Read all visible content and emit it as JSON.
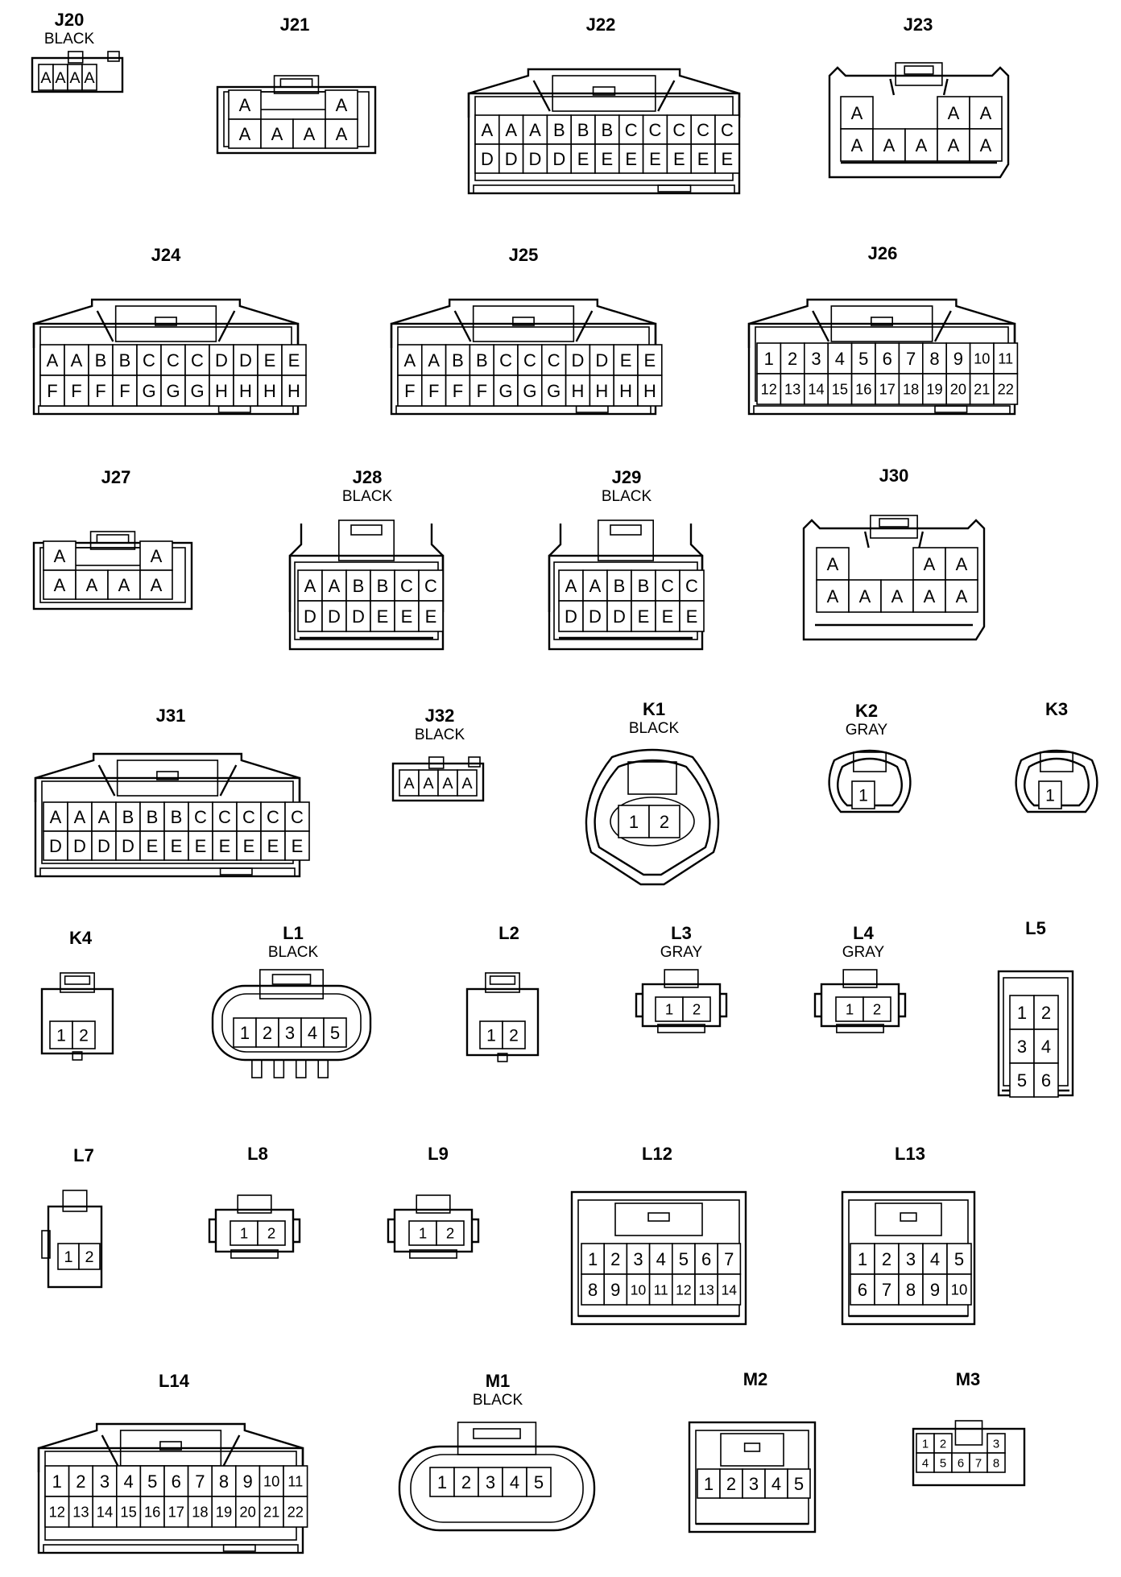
{
  "connectors": [
    {
      "id": "J20",
      "sub": "BLACK",
      "rows": [
        [
          "A",
          "A",
          "A",
          "A"
        ]
      ]
    },
    {
      "id": "J21",
      "rows": [
        [
          "A",
          "",
          "",
          "A"
        ],
        [
          "A",
          "A",
          "A",
          "A"
        ]
      ]
    },
    {
      "id": "J22",
      "rows": [
        [
          "A",
          "A",
          "A",
          "B",
          "B",
          "B",
          "C",
          "C",
          "C",
          "C",
          "C"
        ],
        [
          "D",
          "D",
          "D",
          "D",
          "E",
          "E",
          "E",
          "E",
          "E",
          "E",
          "E"
        ]
      ]
    },
    {
      "id": "J23",
      "rows": [
        [
          "A",
          "",
          "",
          "A",
          "A"
        ],
        [
          "A",
          "A",
          "A",
          "A",
          "A"
        ]
      ]
    },
    {
      "id": "J24",
      "rows": [
        [
          "A",
          "A",
          "B",
          "B",
          "C",
          "C",
          "C",
          "D",
          "D",
          "E",
          "E"
        ],
        [
          "F",
          "F",
          "F",
          "F",
          "G",
          "G",
          "G",
          "H",
          "H",
          "H",
          "H"
        ]
      ]
    },
    {
      "id": "J25",
      "rows": [
        [
          "A",
          "A",
          "B",
          "B",
          "C",
          "C",
          "C",
          "D",
          "D",
          "E",
          "E"
        ],
        [
          "F",
          "F",
          "F",
          "F",
          "G",
          "G",
          "G",
          "H",
          "H",
          "H",
          "H"
        ]
      ]
    },
    {
      "id": "J26",
      "rows": [
        [
          "1",
          "2",
          "3",
          "4",
          "5",
          "6",
          "7",
          "8",
          "9",
          "10",
          "11"
        ],
        [
          "12",
          "13",
          "14",
          "15",
          "16",
          "17",
          "18",
          "19",
          "20",
          "21",
          "22"
        ]
      ]
    },
    {
      "id": "J27",
      "rows": [
        [
          "A",
          "",
          "",
          "A"
        ],
        [
          "A",
          "A",
          "A",
          "A"
        ]
      ]
    },
    {
      "id": "J28",
      "sub": "BLACK",
      "rows": [
        [
          "A",
          "A",
          "B",
          "B",
          "C",
          "C"
        ],
        [
          "D",
          "D",
          "D",
          "E",
          "E",
          "E"
        ]
      ]
    },
    {
      "id": "J29",
      "sub": "BLACK",
      "rows": [
        [
          "A",
          "A",
          "B",
          "B",
          "C",
          "C"
        ],
        [
          "D",
          "D",
          "D",
          "E",
          "E",
          "E"
        ]
      ]
    },
    {
      "id": "J30",
      "rows": [
        [
          "A",
          "",
          "",
          "A",
          "A"
        ],
        [
          "A",
          "A",
          "A",
          "A",
          "A"
        ]
      ]
    },
    {
      "id": "J31",
      "rows": [
        [
          "A",
          "A",
          "A",
          "B",
          "B",
          "B",
          "C",
          "C",
          "C",
          "C",
          "C"
        ],
        [
          "D",
          "D",
          "D",
          "D",
          "E",
          "E",
          "E",
          "E",
          "E",
          "E",
          "E"
        ]
      ]
    },
    {
      "id": "J32",
      "sub": "BLACK",
      "rows": [
        [
          "A",
          "A",
          "A",
          "A"
        ]
      ]
    },
    {
      "id": "K1",
      "sub": "BLACK",
      "rows": [
        [
          "1",
          "2"
        ]
      ]
    },
    {
      "id": "K2",
      "sub": "GRAY",
      "rows": [
        [
          "1"
        ]
      ]
    },
    {
      "id": "K3",
      "rows": [
        [
          "1"
        ]
      ]
    },
    {
      "id": "K4",
      "rows": [
        [
          "1",
          "2"
        ]
      ]
    },
    {
      "id": "L1",
      "sub": "BLACK",
      "rows": [
        [
          "1",
          "2",
          "3",
          "4",
          "5"
        ]
      ]
    },
    {
      "id": "L2",
      "rows": [
        [
          "1",
          "2"
        ]
      ]
    },
    {
      "id": "L3",
      "sub": "GRAY",
      "rows": [
        [
          "1",
          "2"
        ]
      ]
    },
    {
      "id": "L4",
      "sub": "GRAY",
      "rows": [
        [
          "1",
          "2"
        ]
      ]
    },
    {
      "id": "L5",
      "rows": [
        [
          "1",
          "2"
        ],
        [
          "3",
          "4"
        ],
        [
          "5",
          "6"
        ]
      ]
    },
    {
      "id": "L7",
      "rows": [
        [
          "1",
          "2"
        ]
      ]
    },
    {
      "id": "L8",
      "rows": [
        [
          "1",
          "2"
        ]
      ]
    },
    {
      "id": "L9",
      "rows": [
        [
          "1",
          "2"
        ]
      ]
    },
    {
      "id": "L12",
      "rows": [
        [
          "1",
          "2",
          "3",
          "4",
          "5",
          "6",
          "7"
        ],
        [
          "8",
          "9",
          "10",
          "11",
          "12",
          "13",
          "14"
        ]
      ]
    },
    {
      "id": "L13",
      "rows": [
        [
          "1",
          "2",
          "3",
          "4",
          "5"
        ],
        [
          "6",
          "7",
          "8",
          "9",
          "10"
        ]
      ]
    },
    {
      "id": "L14",
      "rows": [
        [
          "1",
          "2",
          "3",
          "4",
          "5",
          "6",
          "7",
          "8",
          "9",
          "10",
          "11"
        ],
        [
          "12",
          "13",
          "14",
          "15",
          "16",
          "17",
          "18",
          "19",
          "20",
          "21",
          "22"
        ]
      ]
    },
    {
      "id": "M1",
      "sub": "BLACK",
      "rows": [
        [
          "1",
          "2",
          "3",
          "4",
          "5"
        ]
      ]
    },
    {
      "id": "M2",
      "rows": [
        [
          "1",
          "2",
          "3",
          "4",
          "5"
        ]
      ]
    },
    {
      "id": "M3",
      "rows": [
        [
          "1",
          "2",
          "",
          "",
          "3"
        ],
        [
          "4",
          "5",
          "6",
          "7",
          "8"
        ]
      ]
    }
  ]
}
